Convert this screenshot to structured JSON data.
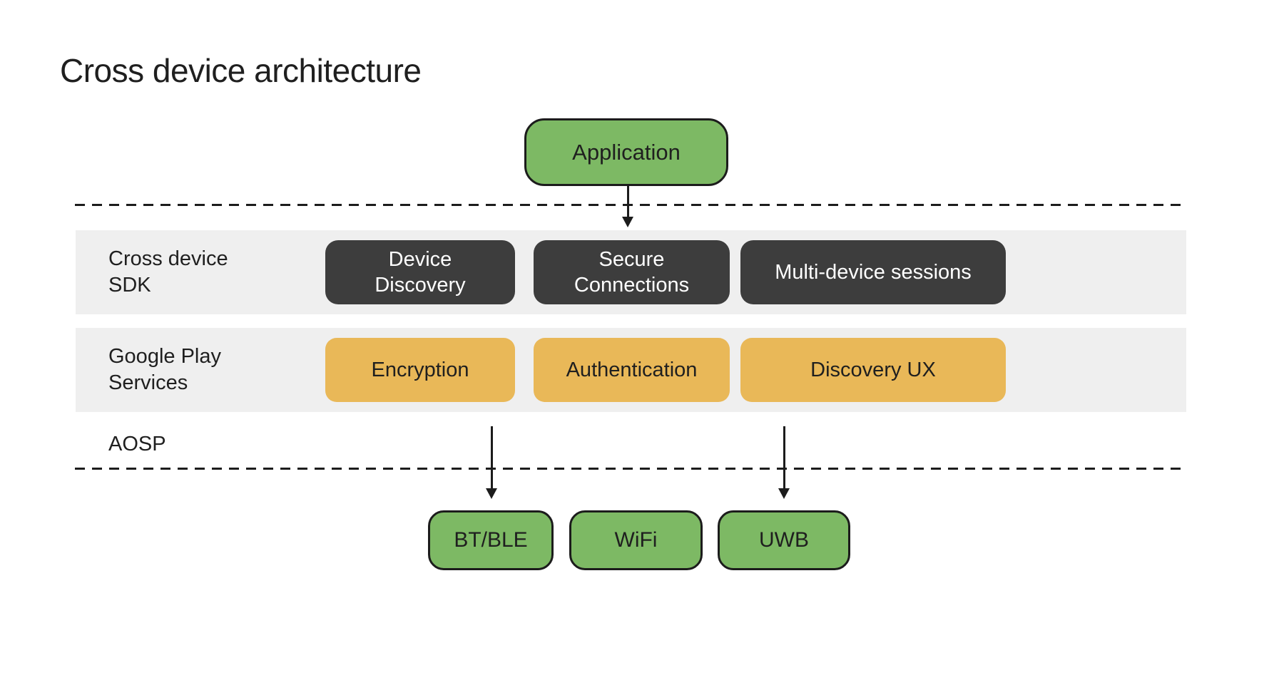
{
  "title": "Cross device architecture",
  "colors": {
    "green": "#7db964",
    "dark": "#3d3d3d",
    "orange": "#e9b858",
    "band": "#efefef",
    "ink": "#1f1f1f",
    "line": "#1c1c1c"
  },
  "application": {
    "label": "Application"
  },
  "layers": [
    {
      "id": "cross-device-sdk",
      "label_lines": [
        "Cross device",
        "SDK"
      ],
      "boxes": [
        {
          "id": "device-discovery",
          "lines": [
            "Device",
            "Discovery"
          ]
        },
        {
          "id": "secure-connections",
          "lines": [
            "Secure",
            "Connections"
          ]
        },
        {
          "id": "multi-device-sessions",
          "lines": [
            "Multi-device sessions"
          ]
        }
      ]
    },
    {
      "id": "google-play-services",
      "label_lines": [
        "Google Play",
        "Services"
      ],
      "boxes": [
        {
          "id": "encryption",
          "lines": [
            "Encryption"
          ]
        },
        {
          "id": "authentication",
          "lines": [
            "Authentication"
          ]
        },
        {
          "id": "discovery-ux",
          "lines": [
            "Discovery UX"
          ]
        }
      ]
    }
  ],
  "aosp": {
    "label": "AOSP"
  },
  "transports": [
    {
      "id": "bt-ble",
      "label": "BT/BLE"
    },
    {
      "id": "wifi",
      "label": "WiFi"
    },
    {
      "id": "uwb",
      "label": "UWB"
    }
  ]
}
